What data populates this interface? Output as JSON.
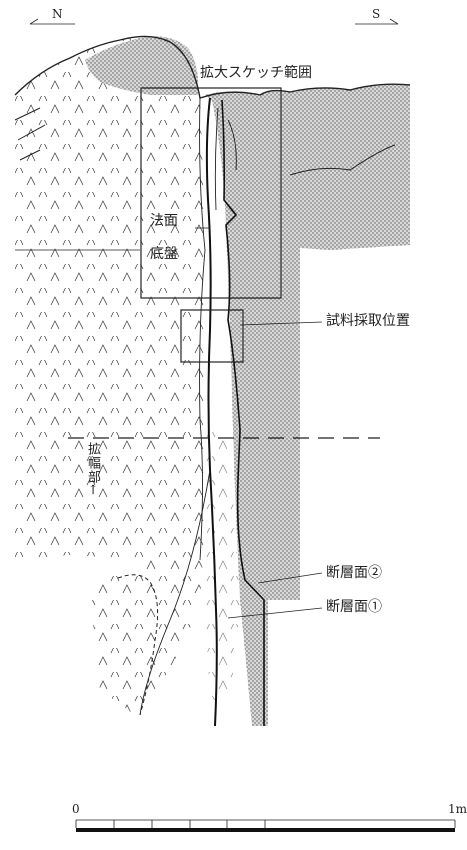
{
  "directions": {
    "north": "N",
    "south": "S"
  },
  "labels": {
    "enlarged_sketch_area": "拡大スケッチ範囲",
    "slope_face": "法面",
    "floor": "底盤",
    "sampling_location": "試料採取位置",
    "widened_section": "拡幅部←",
    "fault_plane_2": "断層面②",
    "fault_plane_1": "断層面①"
  },
  "scale": {
    "start": "0",
    "end": "1m"
  },
  "colors": {
    "ink": "#222222",
    "stipple": "#555555",
    "paper": "#ffffff"
  }
}
